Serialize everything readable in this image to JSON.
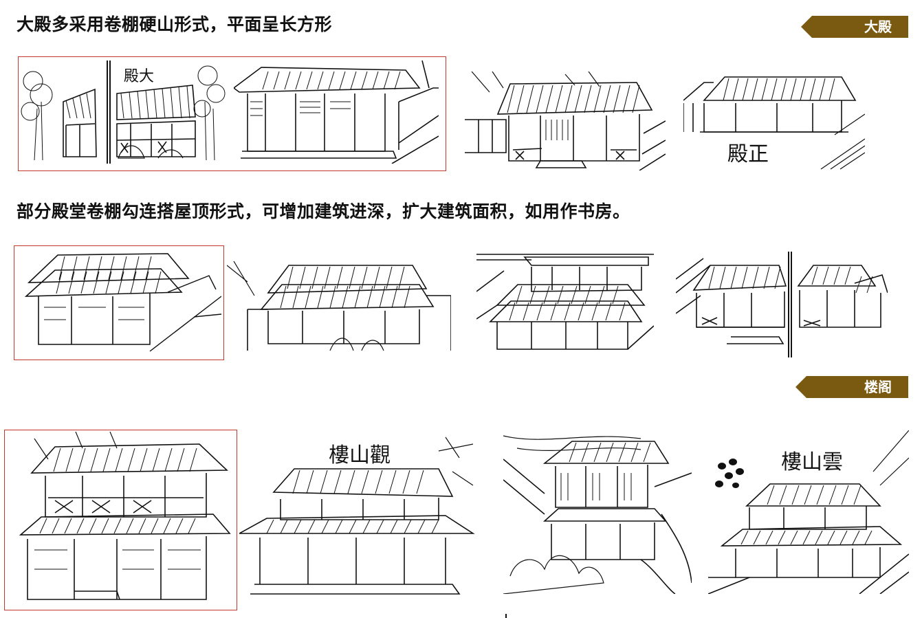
{
  "colors": {
    "tag_bg": "#7a5a10",
    "frame": "#c0392b",
    "ink": "#111111"
  },
  "section_hall": {
    "heading": "大殿多采用卷棚硬山形式，平面呈长方形",
    "tag": "大殿",
    "captions": {
      "sign_1": "殿大",
      "sign_2": "殿正"
    }
  },
  "section_linked": {
    "heading": "部分殿堂卷棚勾连搭屋顶形式，可增加建筑进深，扩大建筑面积，如用作书房。"
  },
  "section_tower": {
    "tag": "楼阁",
    "captions": {
      "sign_1": "樓山觀",
      "sign_2": "樓山雲"
    }
  }
}
